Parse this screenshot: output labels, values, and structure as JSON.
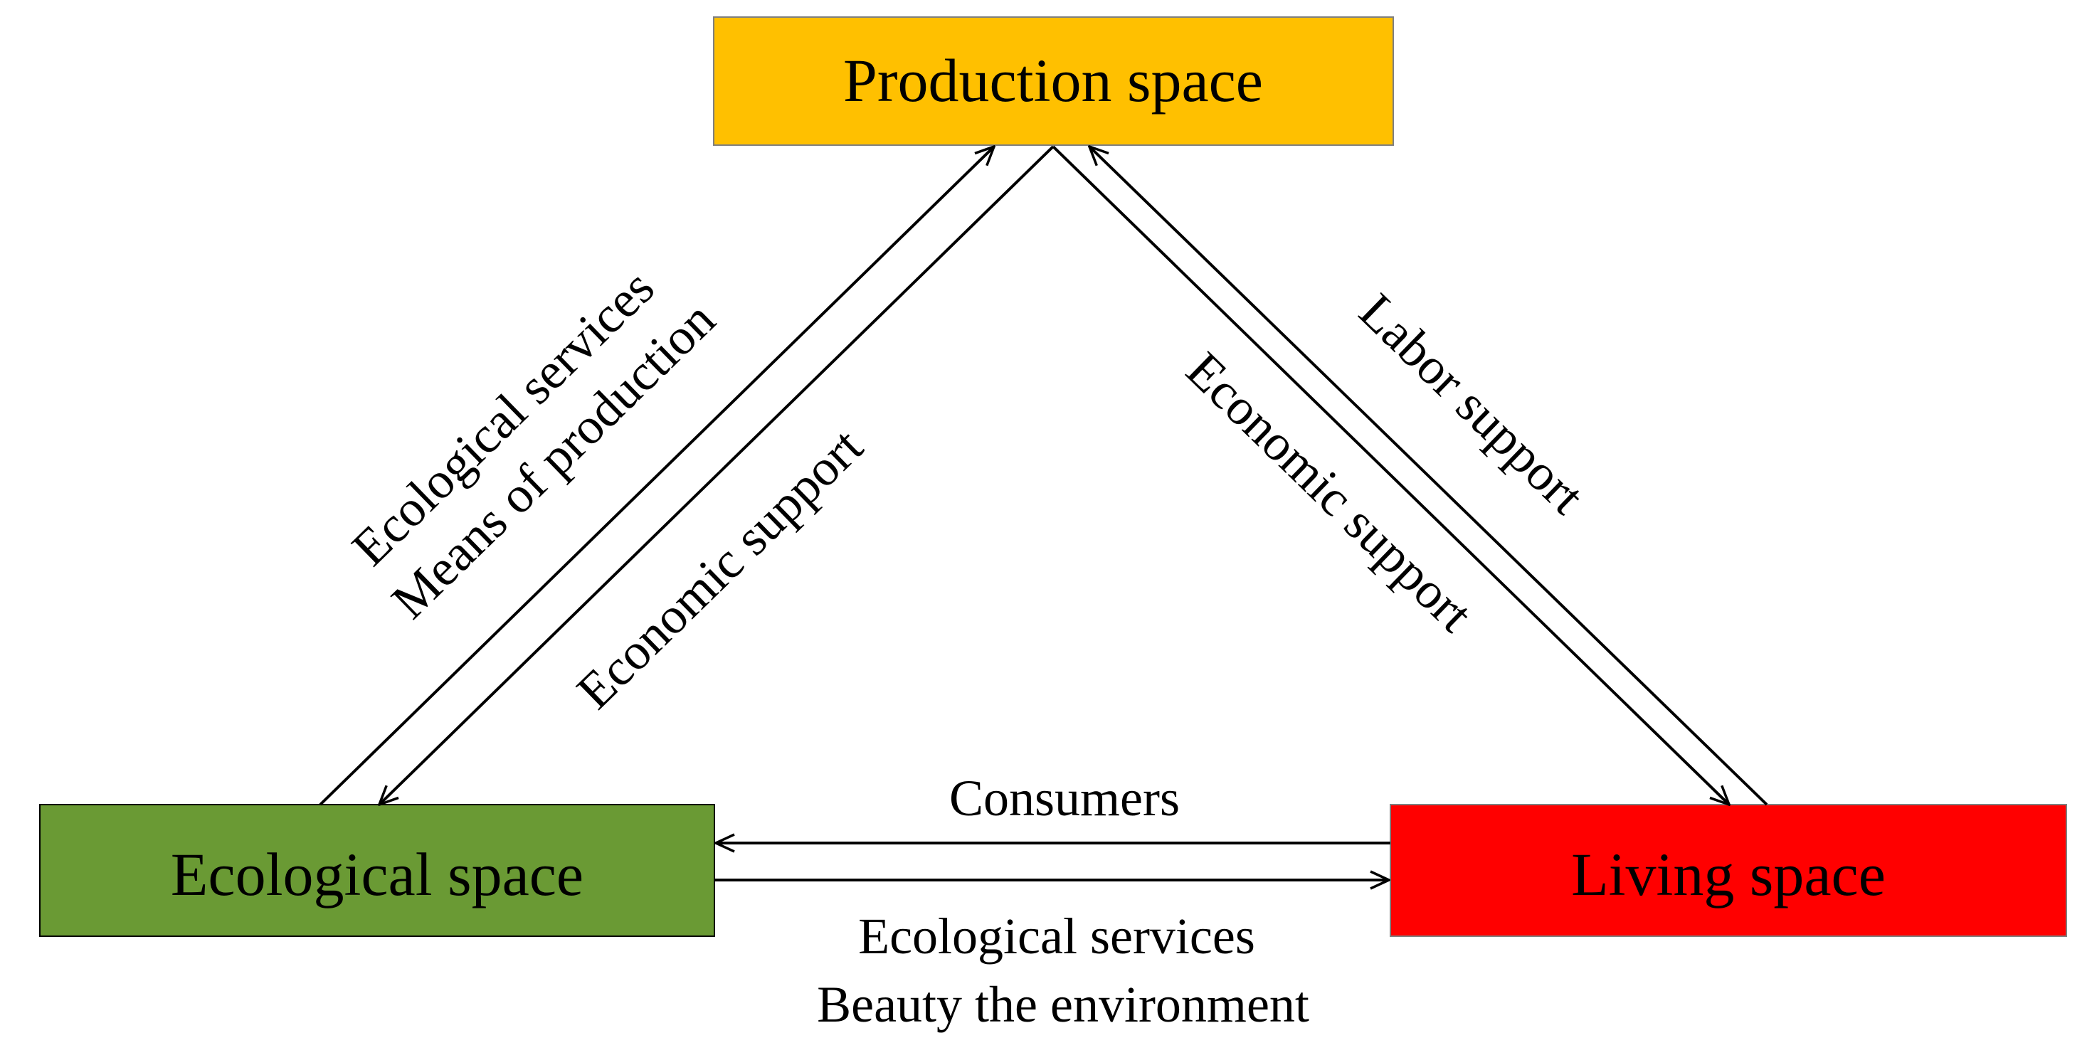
{
  "nodes": {
    "production": {
      "label": "Production space",
      "color": "#FFC000"
    },
    "ecological": {
      "label": "Ecological space",
      "color": "#6A9A34"
    },
    "living": {
      "label": "Living space",
      "color": "#FF0000"
    }
  },
  "edges": {
    "eco_to_prod": {
      "lines": [
        "Ecological services",
        "Means of production"
      ]
    },
    "prod_to_eco": {
      "lines": [
        "Economic support"
      ]
    },
    "living_to_prod": {
      "lines": [
        "Labor support"
      ]
    },
    "prod_to_living": {
      "lines": [
        "Economic support"
      ]
    },
    "living_to_eco": {
      "lines": [
        "Consumers"
      ]
    },
    "eco_to_living": {
      "lines": [
        "Ecological services",
        "Beauty the environment"
      ]
    }
  }
}
